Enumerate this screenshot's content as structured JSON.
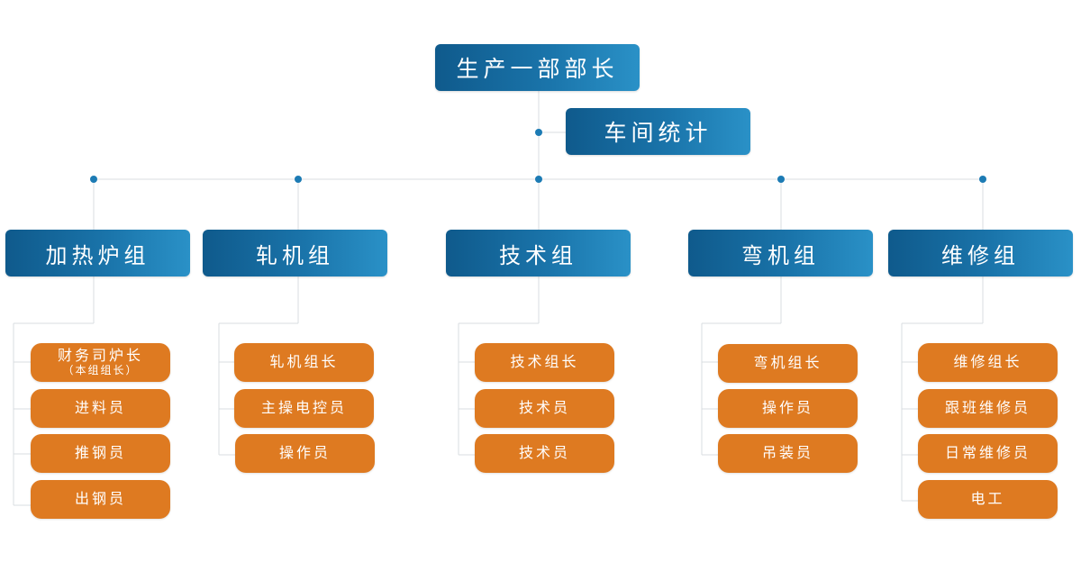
{
  "chart": {
    "top_title": "生产一部部长",
    "statistics": "车间统计",
    "groups": [
      {
        "name": "加热炉组",
        "members": [
          {
            "label": "财务司炉长",
            "sublabel": "（本组组长）"
          },
          {
            "label": "进料员"
          },
          {
            "label": "推钢员"
          },
          {
            "label": "出钢员"
          }
        ]
      },
      {
        "name": "轧机组",
        "members": [
          {
            "label": "轧机组长"
          },
          {
            "label": "主操电控员"
          },
          {
            "label": "操作员"
          }
        ]
      },
      {
        "name": "技术组",
        "members": [
          {
            "label": "技术组长"
          },
          {
            "label": "技术员"
          },
          {
            "label": "技术员"
          }
        ]
      },
      {
        "name": "弯机组",
        "members": [
          {
            "label": "弯机组长"
          },
          {
            "label": "操作员"
          },
          {
            "label": "吊装员"
          }
        ]
      },
      {
        "name": "维修组",
        "members": [
          {
            "label": "维修组长"
          },
          {
            "label": "跟班维修员"
          },
          {
            "label": "日常维修员"
          },
          {
            "label": "电工"
          }
        ]
      }
    ]
  },
  "colors": {
    "blue_dark": "#0f5a8c",
    "blue_light": "#2a91c7",
    "orange": "#de7a21",
    "connector": "#d9dde1",
    "dot": "#1c7bb4"
  }
}
